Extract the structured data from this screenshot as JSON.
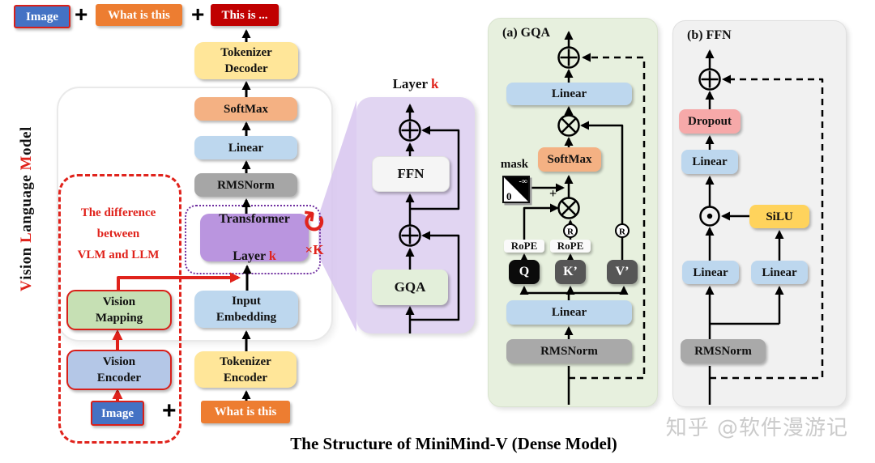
{
  "top_flow": {
    "image": "Image",
    "plus1": "+",
    "question": "What is this",
    "plus2": "+",
    "answer": "This is ..."
  },
  "vlm_label": {
    "seg1": "V",
    "seg2": "ision ",
    "seg3": "L",
    "seg4": "anguage ",
    "seg5": "M",
    "seg6": "odel"
  },
  "left_stack": {
    "tokenizer_decoder": "Tokenizer\nDecoder",
    "softmax": "SoftMax",
    "linear": "Linear",
    "rmsnorm": "RMSNorm",
    "transformer_line1": "Transformer",
    "transformer_line2a": "Layer ",
    "transformer_line2b": "k",
    "loop_label": "×K",
    "input_embedding": "Input\nEmbedding",
    "tokenizer_encoder": "Tokenizer\nEncoder",
    "question": "What is this",
    "plus": "+"
  },
  "difference_note": "The difference\nbetween\nVLM and LLM",
  "vision_branch": {
    "vision_mapping": "Vision\nMapping",
    "vision_encoder": "Vision\nEncoder",
    "image": "Image"
  },
  "layer_panel": {
    "title_a": "Layer ",
    "title_b": "k",
    "ffn": "FFN",
    "gqa": "GQA"
  },
  "gqa_panel": {
    "title": "(a) GQA",
    "linear_top": "Linear",
    "softmax": "SoftMax",
    "mask_label": "mask",
    "mask_neg_inf": "-∞",
    "mask_zero": "0",
    "plus": "+",
    "rope1": "RoPE",
    "rope2": "RoPE",
    "q": "Q",
    "k": "K’",
    "v": "V’",
    "r1": "R",
    "r2": "R",
    "linear_bottom": "Linear",
    "rmsnorm": "RMSNorm"
  },
  "ffn_panel": {
    "title": "(b) FFN",
    "dropout": "Dropout",
    "linear_top": "Linear",
    "silu": "SiLU",
    "linear_left": "Linear",
    "linear_right": "Linear",
    "rmsnorm": "RMSNorm"
  },
  "caption": "The Structure of MiniMind-V (Dense Model)",
  "watermark": "知乎 @软件漫游记",
  "colors": {
    "image_blue": "#4472C4",
    "question_orange": "#ED7D31",
    "answer_dark_red": "#C00000",
    "tokenizer_yellow": "#FFE699",
    "softmax_orange": "#F4B183",
    "linear_blue": "#BDD7EE",
    "rmsnorm_gray": "#A6A6A6",
    "transformer_purple": "#BA95DF",
    "vision_mapping_green": "#C6E0B4",
    "vision_encoder_blue": "#B4C7E7",
    "layer_panel_purple": "#E1D5F2",
    "gqa_panel_green": "#E7F0DE",
    "ffn_panel_gray": "#F1F1F1",
    "gqa_box_green": "#E3EFDA",
    "dropout_pink": "#F6A9A9",
    "silu_yellow": "#FFD35C",
    "q_black": "#0B0B0B",
    "kv_gray": "#565656",
    "red_accent": "#E0231C",
    "dotted_purple": "#7030A0"
  }
}
